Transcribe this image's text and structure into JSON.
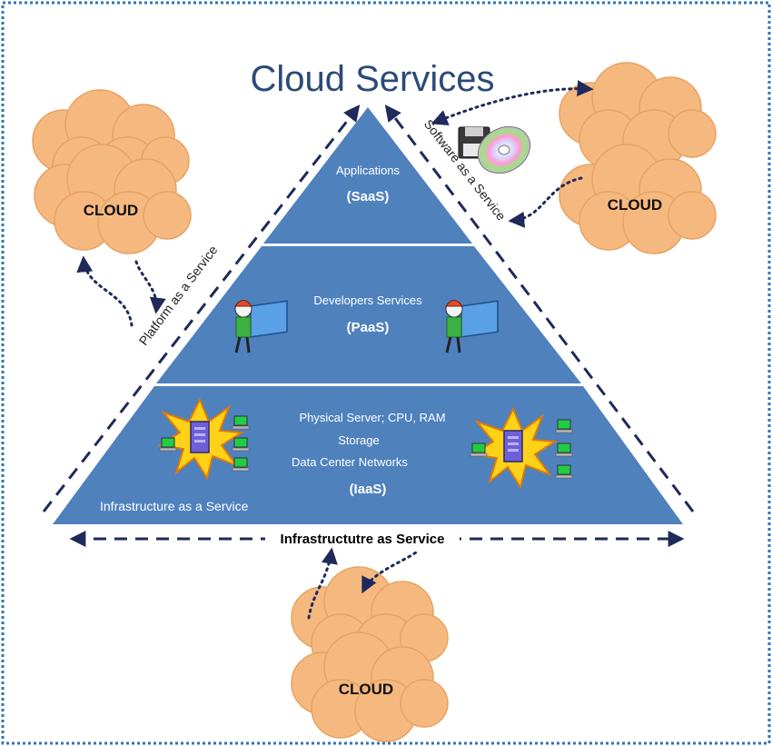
{
  "title": "Cloud Services",
  "colors": {
    "frame": "#2e75b6",
    "pyramid": "#4f81bd",
    "pyramid_dark": "#3a6aa5",
    "divider": "#ffffff",
    "cloud_fill": "#f5b97f",
    "cloud_stroke": "#e8a262",
    "arrow": "#1f2a5a",
    "title": "#2b4a78",
    "layer_text": "#ffffff"
  },
  "clouds": {
    "left": {
      "label": "CLOUD"
    },
    "right": {
      "label": "CLOUD"
    },
    "bottom": {
      "label": "CLOUD"
    }
  },
  "pyramid": {
    "saas": {
      "line1": "Applications",
      "line2": "(SaaS)"
    },
    "paas": {
      "line1": "Developers Services",
      "line2": "(PaaS)"
    },
    "iaas": {
      "line1": "Physical Server; CPU, RAM",
      "line2": "Storage",
      "line3": "Data Center Networks",
      "acronym": "(IaaS)",
      "corner": "Infrastructure as a Service"
    }
  },
  "side_labels": {
    "left": "Platform as a Service",
    "right": "Software as a Service",
    "bottom": "Infrastructutre as Service"
  },
  "icons": [
    "cd-disk-icon",
    "floppy-disk-icon",
    "developer-person-icon",
    "server-network-icon"
  ]
}
